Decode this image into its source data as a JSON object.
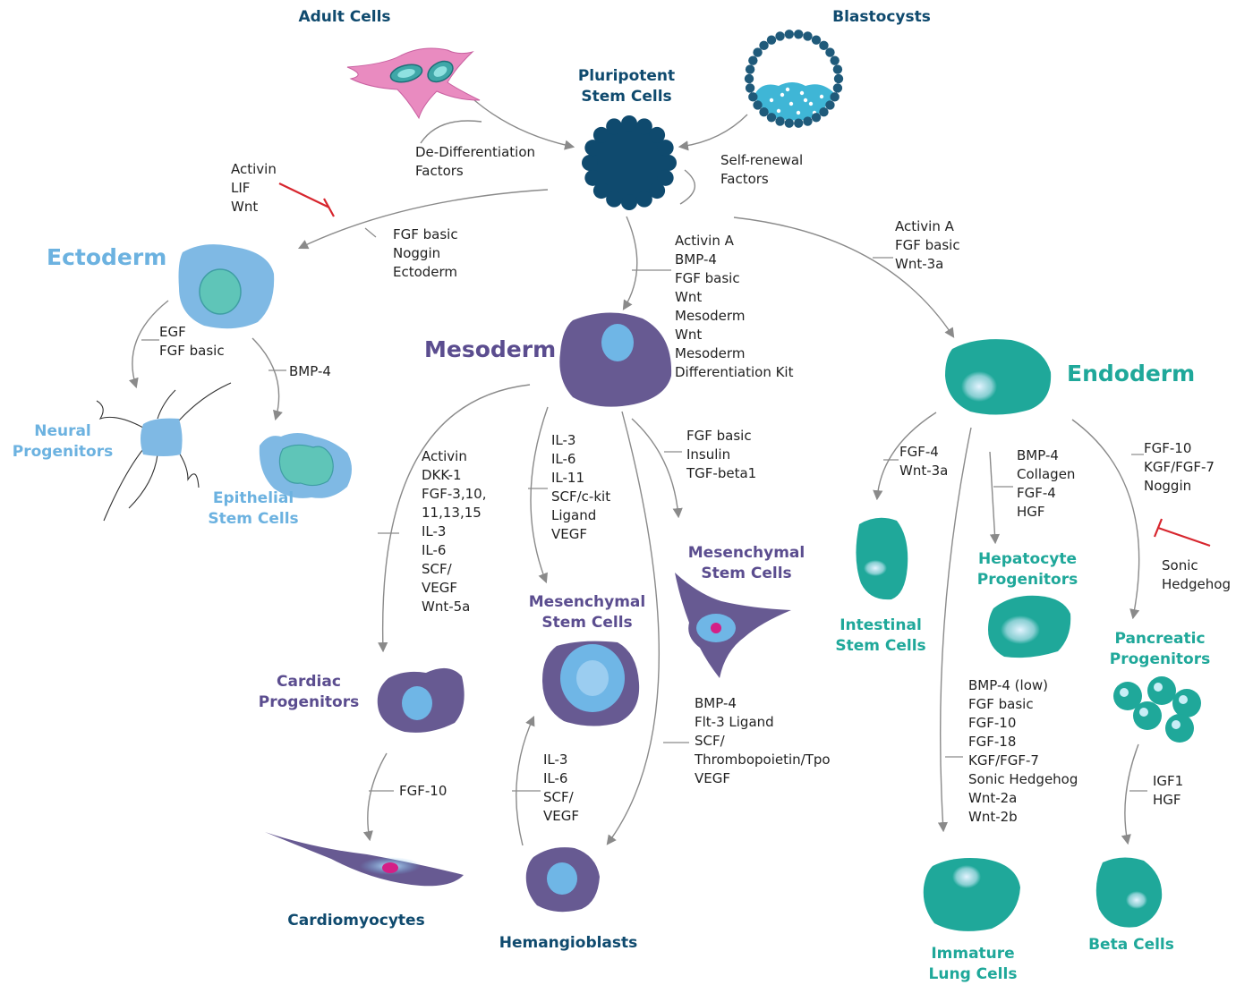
{
  "sources": {
    "adult_cells": "Adult Cells",
    "blastocysts": "Blastocysts"
  },
  "pluripotent": "Pluripotent\nStem Cells",
  "factors": {
    "dedifferentiation": "De-Differentiation\nFactors",
    "self_renewal": "Self-renewal\nFactors",
    "inhibit_pluripotent": "Activin\nLIF\nWnt",
    "to_ectoderm": "FGF basic\nNoggin\nEctoderm",
    "to_mesoderm": "Activin A\nBMP-4\nFGF basic\nWnt\nMesoderm\nWnt\nMesoderm\nDifferentiation Kit",
    "to_endoderm": "Activin A\nFGF basic\nWnt-3a"
  },
  "ectoderm": {
    "title": "Ectoderm",
    "to_neural": "EGF\nFGF basic",
    "to_epithelial": "BMP-4",
    "neural": "Neural\nProgenitors",
    "epithelial": "Epithelial\nStem Cells"
  },
  "mesoderm": {
    "title": "Mesoderm",
    "to_cardiac": "Activin\nDKK-1\nFGF-3,10,\n11,13,15\nIL-3\nIL-6\nSCF/\nVEGF\nWnt-5a",
    "to_msc_center": "IL-3\nIL-6\nIL-11\nSCF/c-kit\nLigand\nVEGF",
    "to_msc_right": "FGF basic\nInsulin\nTGF-beta1",
    "to_hemangioblasts": "BMP-4\nFlt-3 Ligand\nSCF/\nThrombopoietin/Tpo\nVEGF",
    "hemangioblasts_to_msc": "IL-3\nIL-6\nSCF/\nVEGF",
    "cardiac_to_cardiomyocytes": "FGF-10",
    "cardiac": "Cardiac\nProgenitors",
    "msc_center": "Mesenchymal\nStem Cells",
    "msc_right": "Mesenchymal\nStem Cells",
    "cardiomyocytes": "Cardiomyocytes",
    "hemangioblasts": "Hemangioblasts"
  },
  "endoderm": {
    "title": "Endoderm",
    "to_intestinal": "FGF-4\nWnt-3a",
    "to_hepatocyte": "BMP-4\nCollagen\nFGF-4\nHGF",
    "to_pancreatic": "FGF-10\nKGF/FGF-7\nNoggin",
    "inhibit_pancreatic": "Sonic\nHedgehog",
    "to_lung": "BMP-4 (low)\nFGF basic\nFGF-10\nFGF-18\nKGF/FGF-7\nSonic Hedgehog\nWnt-2a\nWnt-2b",
    "pancreatic_to_beta": "IGF1\nHGF",
    "intestinal": "Intestinal\nStem Cells",
    "hepatocyte": "Hepatocyte\nProgenitors",
    "pancreatic": "Pancreatic\nProgenitors",
    "lung": "Immature\nLung Cells",
    "beta": "Beta Cells"
  },
  "colors": {
    "navy": "#0f4a6e",
    "ectoderm_blue": "#6cb2e0",
    "mesoderm_purple": "#5b4d8f",
    "endoderm_teal": "#1fa89a",
    "inhibitor_red": "#d7262e",
    "adult_cell_pink": "#e98bc0"
  }
}
